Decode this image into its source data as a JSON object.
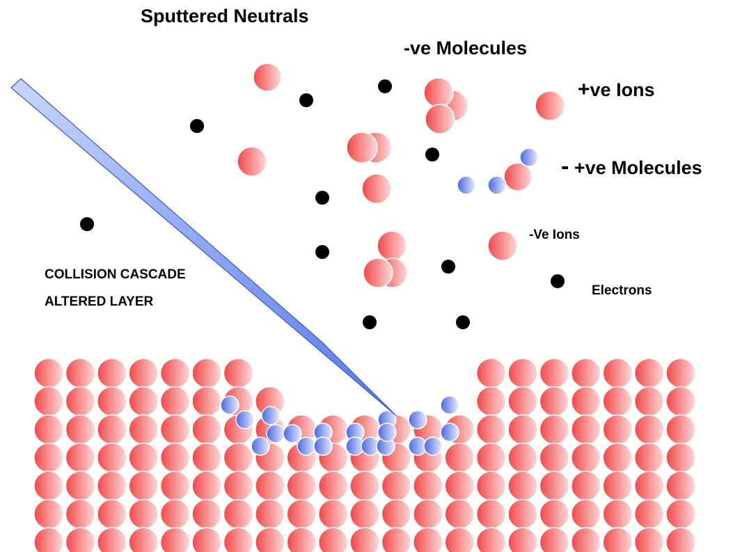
{
  "labels": {
    "sputtered_neutrals": "Sputtered Neutrals",
    "neg_molecules": "-ve Molecules",
    "pos_ions_sign": "+",
    "pos_ions_text": "ve Ions",
    "pos_molecules_dash": "-",
    "pos_molecules_text": "+ve Molecules",
    "neg_ions": "-Ve Ions",
    "electrons": "Electrons",
    "collision_cascade": "COLLISION CASCADE",
    "altered_layer": "ALTERED LAYER"
  },
  "colors": {
    "substrate_atom": "#f04848",
    "substrate_highlight": "#ffd8d8",
    "implanted_atom": "#4a66e0",
    "implanted_highlight": "#e6ecff",
    "electron": "#000000",
    "beam": "#5578ee",
    "beam_light": "#c8d6fc",
    "beam_outline": "#3552c8"
  },
  "legend_items": [
    "neutral-atom",
    "molecule",
    "ion",
    "electron",
    "implanted-atom"
  ]
}
